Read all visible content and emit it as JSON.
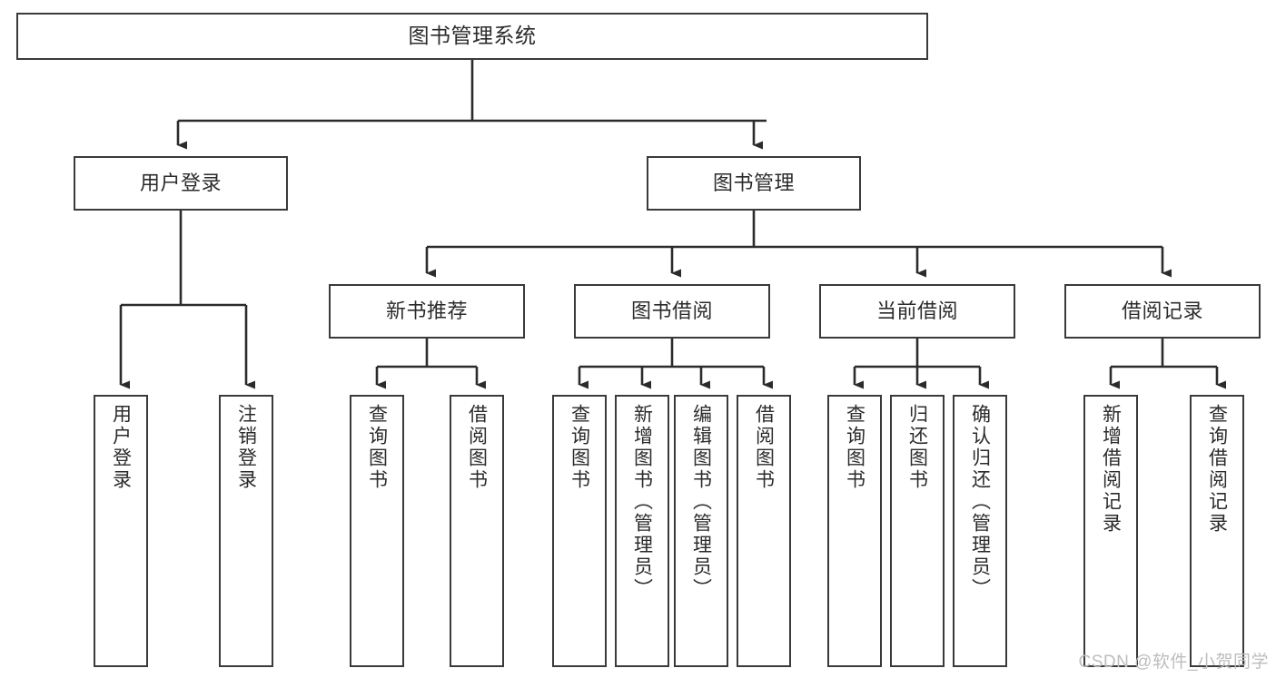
{
  "diagram": {
    "title": "图书管理系统",
    "type": "tree-hierarchy",
    "watermark": "CSDN @软件_小贺同学",
    "colors": {
      "box_border": "#3a3a3a",
      "box_fill": "#ffffff",
      "connector": "#2b2b2b",
      "text": "#2b2b2b",
      "watermark": "#bdbdbd",
      "background": "#ffffff"
    },
    "nodes": {
      "root": {
        "label": "图书管理系统"
      },
      "level2": [
        {
          "label": "用户登录"
        },
        {
          "label": "图书管理"
        }
      ],
      "level3": [
        {
          "label": "新书推荐"
        },
        {
          "label": "图书借阅"
        },
        {
          "label": "当前借阅"
        },
        {
          "label": "借阅记录"
        }
      ],
      "leaves": {
        "user_login": [
          {
            "label": "用户登录"
          },
          {
            "label": "注销登录"
          }
        ],
        "new_book_recommend": [
          {
            "label": "查询图书"
          },
          {
            "label": "借阅图书"
          }
        ],
        "book_borrow": [
          {
            "label": "查询图书"
          },
          {
            "label": "新增图书（管理员）"
          },
          {
            "label": "编辑图书（管理员）"
          },
          {
            "label": "借阅图书"
          }
        ],
        "current_borrow": [
          {
            "label": "查询图书"
          },
          {
            "label": "归还图书"
          },
          {
            "label": "确认归还（管理员）"
          }
        ],
        "borrow_record": [
          {
            "label": "新增借阅记录"
          },
          {
            "label": "查询借阅记录"
          }
        ]
      }
    }
  }
}
